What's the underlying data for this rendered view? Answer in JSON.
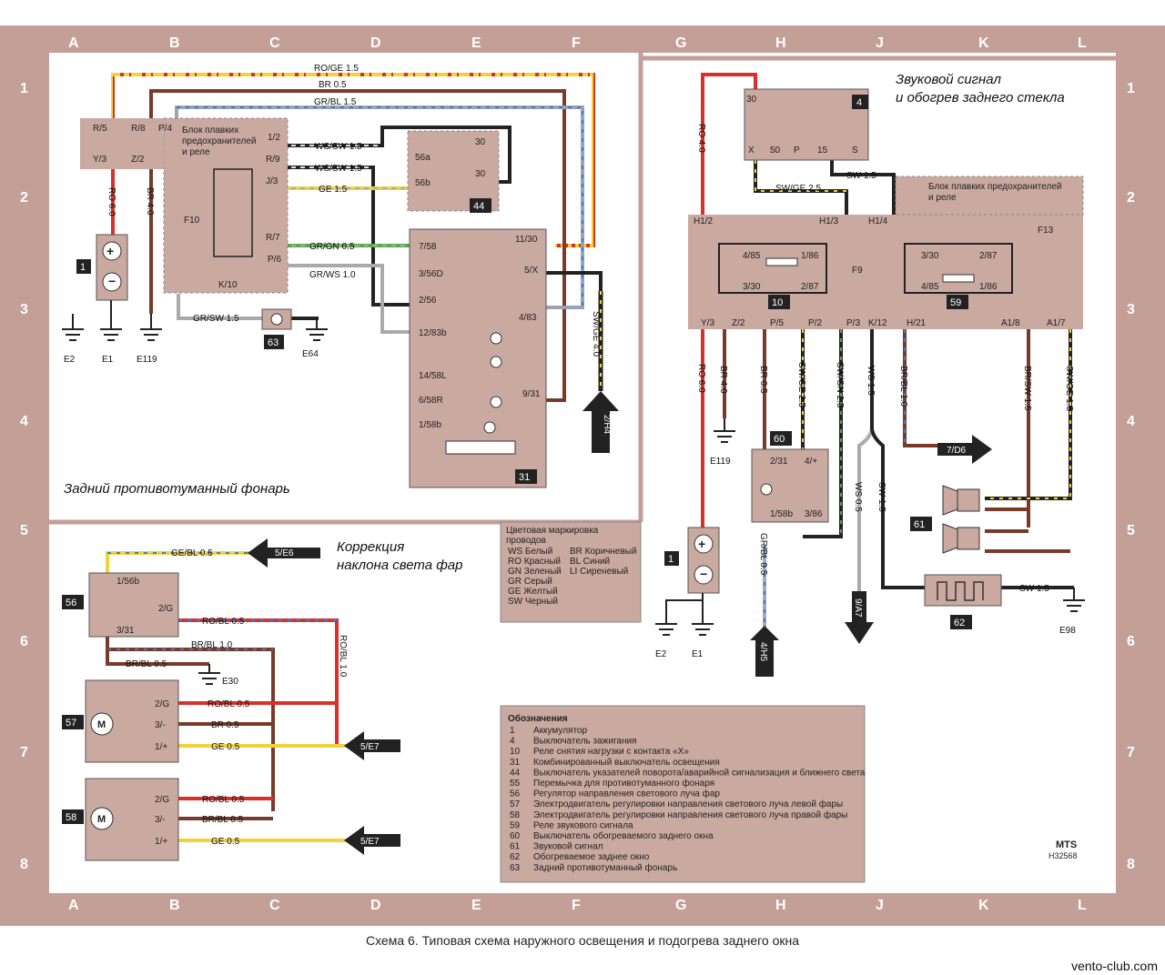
{
  "grid": {
    "columns": [
      "A",
      "B",
      "C",
      "D",
      "E",
      "F",
      "G",
      "H",
      "J",
      "K",
      "L"
    ],
    "rows": [
      "1",
      "2",
      "3",
      "4",
      "5",
      "6",
      "7",
      "8"
    ]
  },
  "titles": {
    "rear_fog": "Задний противотуманный фонарь",
    "correction_line1": "Коррекция",
    "correction_line2": "наклона света фар",
    "horn_line1": "Звуковой сигнал",
    "horn_line2": "и обогрев заднего стекла"
  },
  "fusebox_left": {
    "line1": "Блок плавких",
    "line2": "предохранителей",
    "line3": "и реле"
  },
  "fusebox_right": {
    "line1": "Блок плавких предохранителей",
    "line2": "и реле"
  },
  "wires_left": {
    "rogr": "RO/GE 1.5",
    "br05": "BR 0.5",
    "grbl": "GR/BL 1.5",
    "wssw1": "WS/SW 1.5",
    "wssw2": "WS/SW 1.5",
    "ge15": "GE 1.5",
    "grgn": "GR/GN 0.5",
    "grws": "GR/WS 1.0",
    "grsw": "GR/SW 1.5",
    "ro60": "RO 6.0",
    "br40": "BR 4.0",
    "swge40": "SW/GE 4.0"
  },
  "pins_left": {
    "r5": "R/5",
    "r8": "R/8",
    "p4": "P/4",
    "y3": "Y/3",
    "z2": "Z/2",
    "p12": "1/2",
    "r9": "R/9",
    "j3": "J/3",
    "r7": "R/7",
    "p6": "P/6",
    "k10": "K/10",
    "f10": "F10",
    "s30a": "30",
    "s56a": "56a",
    "s56b": "56b",
    "s30b": "30",
    "p758": "7/58",
    "p356d": "3/56D",
    "p256": "2/56",
    "p1283b": "12/83b",
    "p1458l": "14/58L",
    "p658r": "6/58R",
    "p158b": "1/58b",
    "p1130": "11/30",
    "p5x": "5/X",
    "p483": "4/83",
    "p931": "9/31"
  },
  "grounds_left": {
    "e2": "E2",
    "e1": "E1",
    "e119": "E119",
    "e64": "E64"
  },
  "components_left": {
    "c1": "1",
    "c63": "63",
    "c44": "44",
    "c31": "31",
    "c56": "56",
    "c57": "57",
    "c58": "58"
  },
  "arrows_left": {
    "h4": "2/H4",
    "e6": "5/E6",
    "e7a": "5/E7",
    "e7b": "5/E7"
  },
  "correction": {
    "gebl": "GE/BL 0.5",
    "p156b": "1/56b",
    "p2g": "2/G",
    "p331": "3/31",
    "robl05": "RO/BL 0.5",
    "brbl10": "BR/BL 1.0",
    "brbl05": "BR/BL 0.5",
    "e30": "E30",
    "robl10": "RO/BL 1.0",
    "m2g": "2/G",
    "m3": "3/-",
    "m1": "1/+",
    "w57a": "RO/BL 0.5",
    "w57b": "BR 0.5",
    "w57c": "GE 0.5",
    "w58a": "RO/BL 0.5",
    "w58b": "BR/BL 0.5",
    "w58c": "GE 0.5",
    "motor": "M"
  },
  "color_legend": {
    "title1": "Цветовая маркировка",
    "title2": "проводов",
    "rows": [
      [
        "WS Белый",
        "BR Коричневый"
      ],
      [
        "RO Красный",
        "BL Синий"
      ],
      [
        "GN Зеленый",
        "LI Сиреневый"
      ],
      [
        "GR Серый",
        ""
      ],
      [
        "GE Желтый",
        ""
      ],
      [
        "SW Черный",
        ""
      ]
    ]
  },
  "designations": {
    "title": "Обозначения",
    "items": [
      [
        "1",
        "Аккумулятор"
      ],
      [
        "4",
        "Выключатель зажигания"
      ],
      [
        "10",
        "Реле снятия нагрузки с контакта «X»"
      ],
      [
        "31",
        "Комбинированный выключатель освещения"
      ],
      [
        "44",
        "Выключатель указателей поворота/аварийной сигнализация и ближнего света"
      ],
      [
        "55",
        "Перемычка для противотуманного фонаря"
      ],
      [
        "56",
        "Регулятор направления светового луча фар"
      ],
      [
        "57",
        "Электродвигатель регулировки направления светового луча левой фары"
      ],
      [
        "58",
        "Электродвигатель регулировки направления светового луча правой фары"
      ],
      [
        "59",
        "Реле звукового сигнала"
      ],
      [
        "60",
        "Выключатель обогреваемого заднего окна"
      ],
      [
        "61",
        "Звуковой сигнал"
      ],
      [
        "62",
        "Обогреваемое заднее окно"
      ],
      [
        "63",
        "Задний противотуманный фонарь"
      ]
    ]
  },
  "right": {
    "ro40": "RO 4.0",
    "s30": "30",
    "c4": "4",
    "x": "X",
    "s50": "50",
    "p": "P",
    "s15": "15",
    "s": "S",
    "swge25": "SW/GE 2.5",
    "sw15": "SW 1.5",
    "h12": "H1/2",
    "h13": "H1/3",
    "h14": "H1/4",
    "f13": "F13",
    "f9": "F9",
    "r485": "4/85",
    "r186": "1/86",
    "r330": "3/30",
    "r287": "2/87",
    "c10": "10",
    "s330": "3/30",
    "s287": "2/87",
    "s485": "4/85",
    "s186": "1/86",
    "c59": "59",
    "y3": "Y/3",
    "z2": "Z/2",
    "p5": "P/5",
    "p2": "P/2",
    "p3": "P/3",
    "k12": "K/12",
    "h21": "H/21",
    "a18": "A1/8",
    "a17": "A1/7",
    "w_ro60": "RO 6.0",
    "w_br40": "BR 4.0",
    "w_br05": "BR 0.5",
    "w_swge25": "SW/GE 2.5",
    "w_swgn25": "SW/GN 2.5",
    "w_ws15": "WS 1.5",
    "w_brbl10": "BR/BL 1.0",
    "w_brsw15": "BR/SW 1.5",
    "w_swge15": "SW/GE 1.5",
    "e119": "E119",
    "c60": "60",
    "p231": "2/31",
    "p4p": "4/+",
    "p158b": "1/58b",
    "p386": "3/86",
    "grbl05": "GR/BL 0.5",
    "ws05": "WS 0.5",
    "sw15b": "SW 1.5",
    "d6": "7/D6",
    "a7": "9/A7",
    "h5": "4/H5",
    "c61": "61",
    "c62": "62",
    "sw15c": "SW 1.5",
    "e98": "E98",
    "c1": "1",
    "e2": "E2",
    "e1": "E1"
  },
  "signature": {
    "mts": "MTS",
    "code": "H32568"
  },
  "caption": "Схема 6. Типовая схема наружного освещения и подогрева заднего окна",
  "watermark": "vento-club.com"
}
